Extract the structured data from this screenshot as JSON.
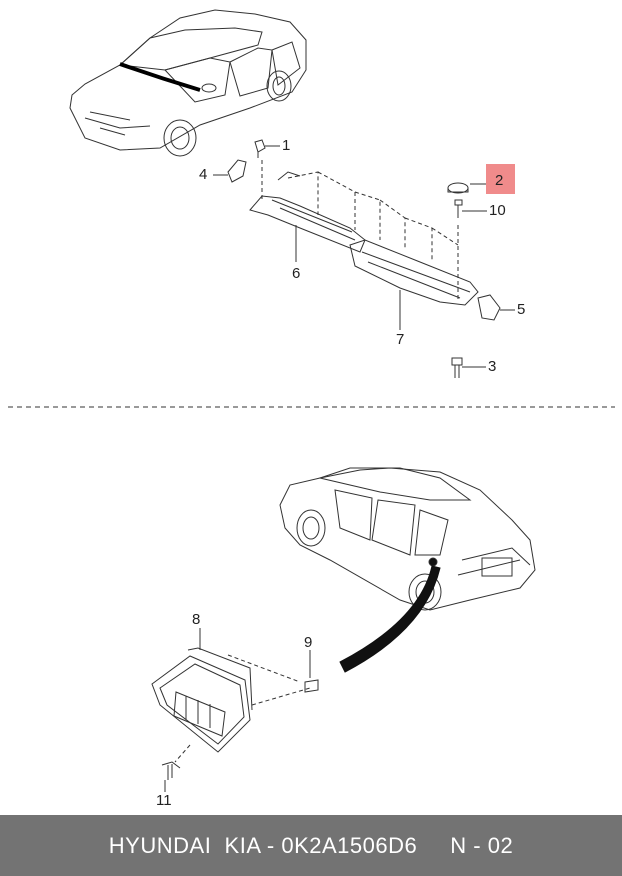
{
  "callouts": {
    "c1": "1",
    "c2": "2",
    "c3": "3",
    "c4": "4",
    "c5": "5",
    "c6": "6",
    "c7": "7",
    "c8": "8",
    "c9": "9",
    "c10": "10",
    "c11": "11"
  },
  "highlight_color": "#f08b8b",
  "footer": {
    "text": "HYUNDAI  KIA - 0K2A1506D6     N - 02",
    "background": "#737373"
  }
}
